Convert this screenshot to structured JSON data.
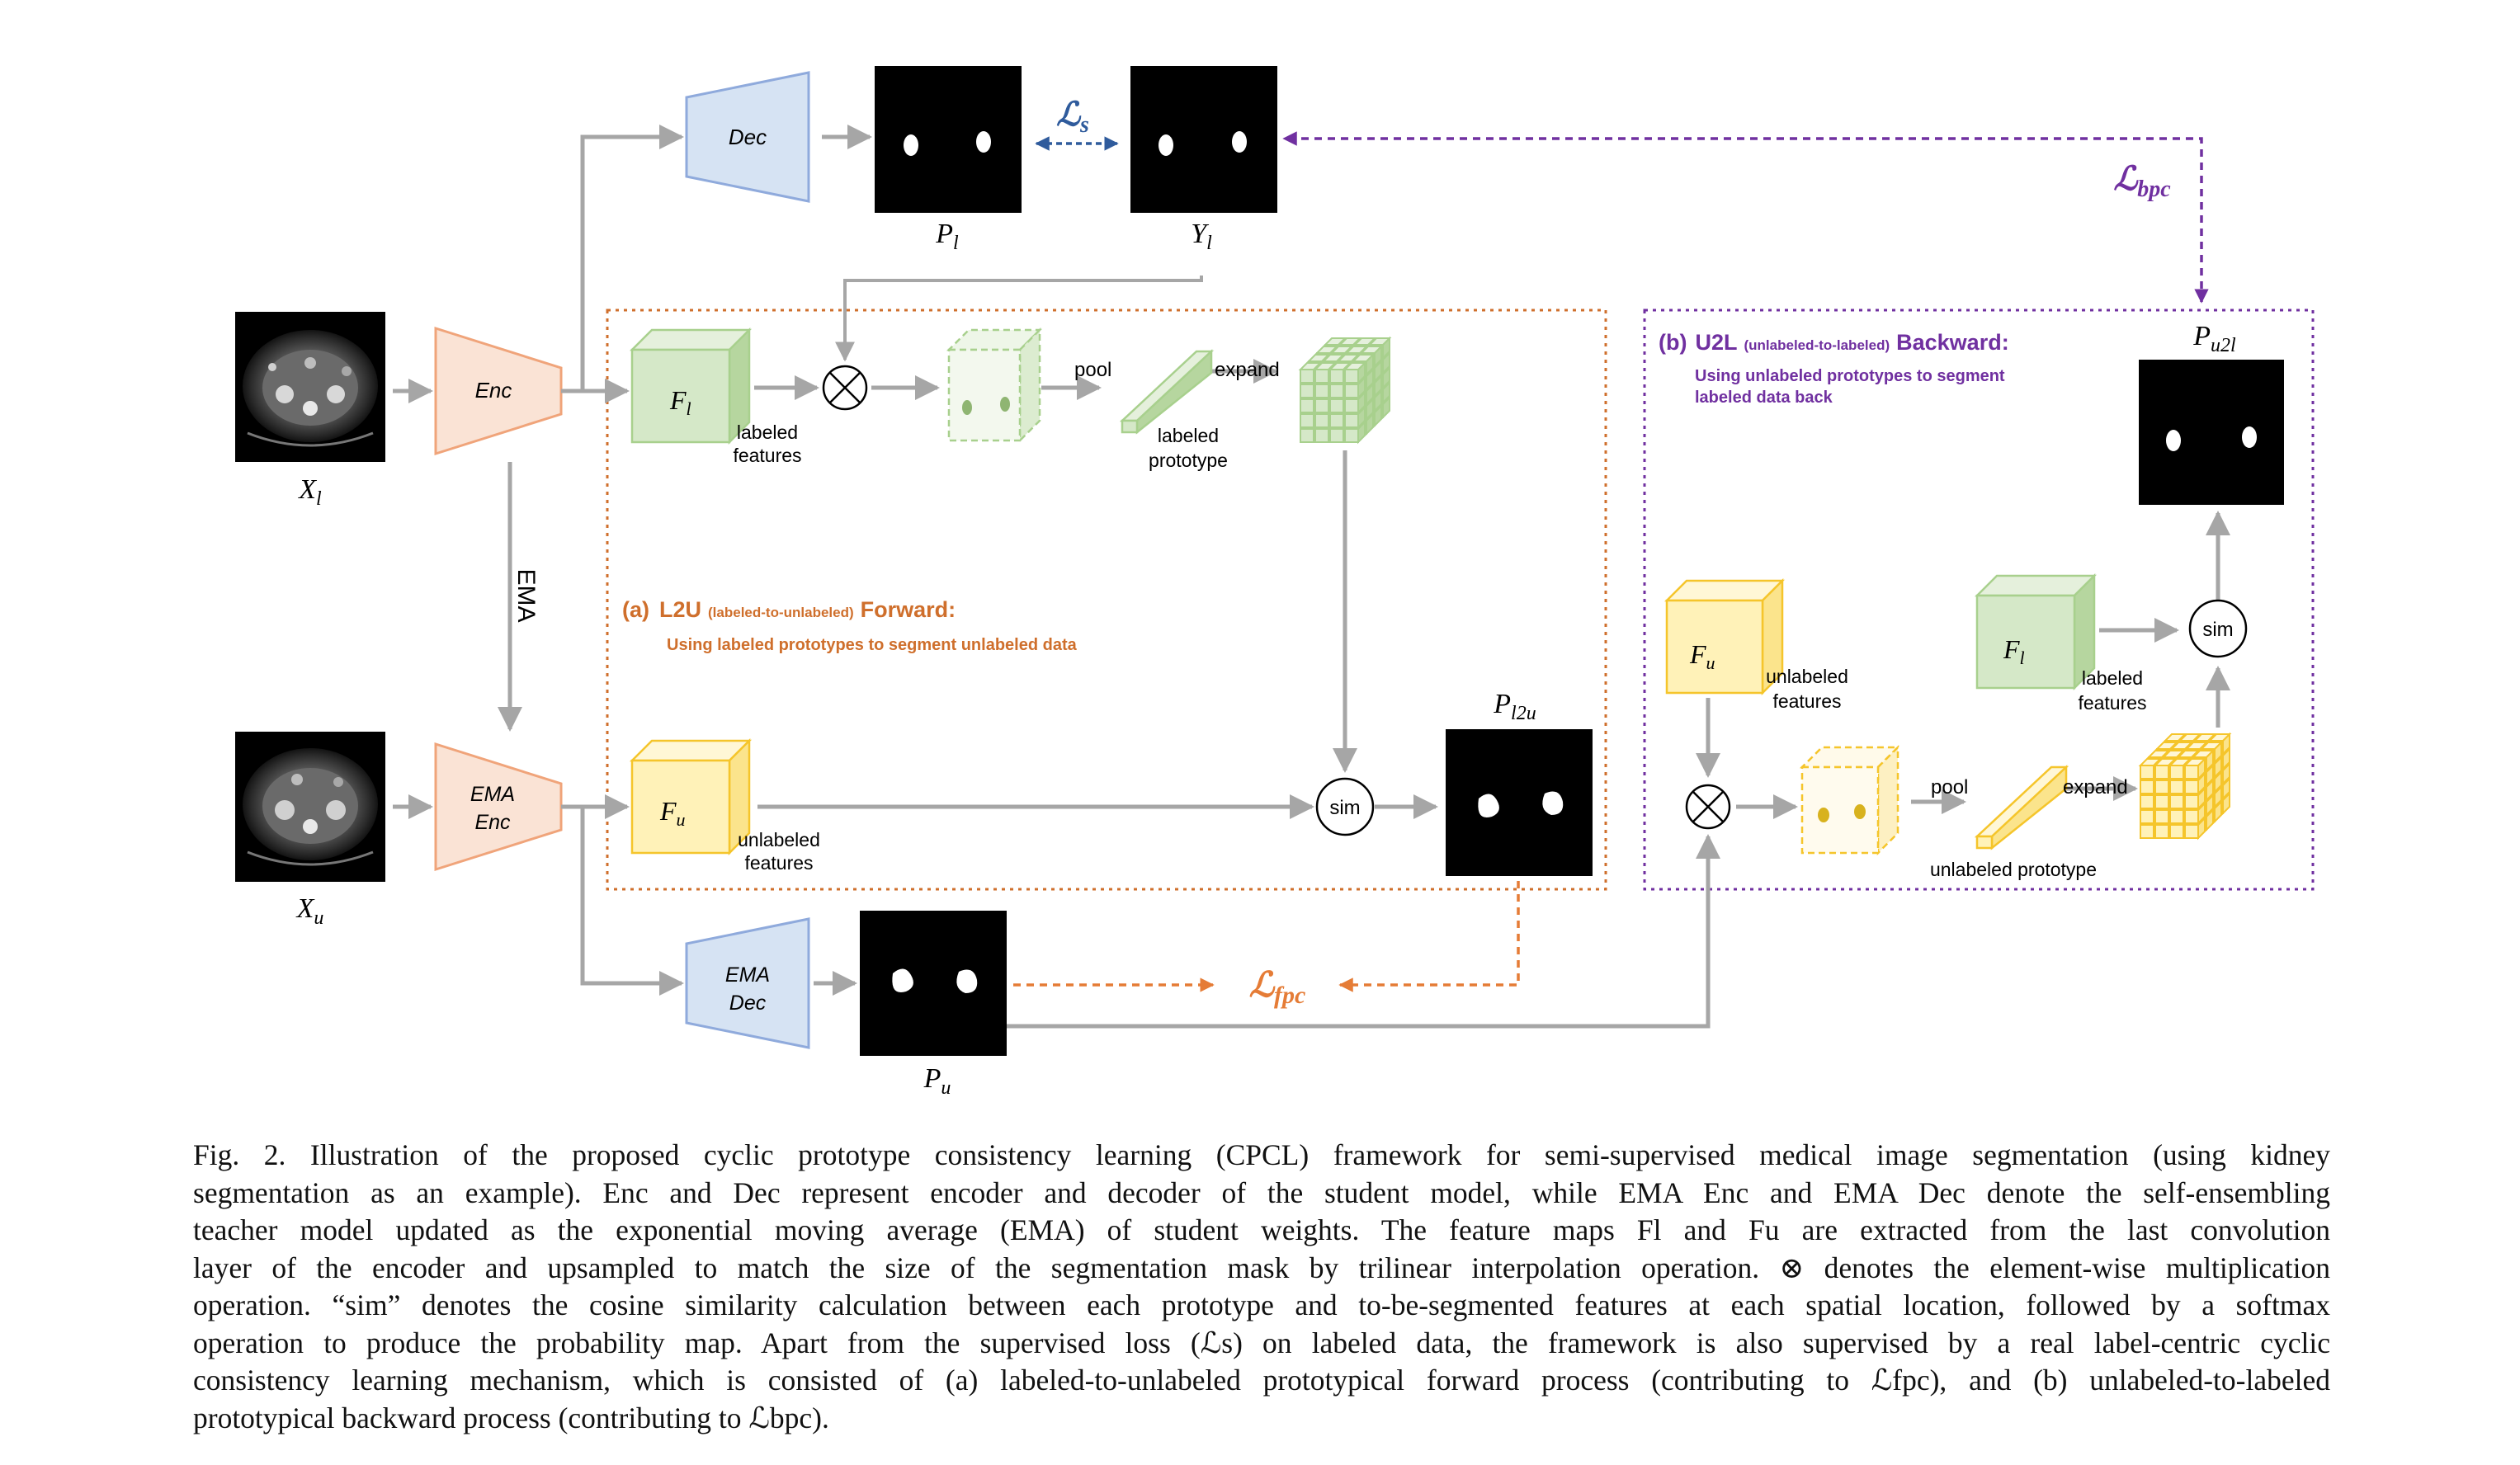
{
  "diagram": {
    "encoder_label": "Enc",
    "decoder_label": "Dec",
    "ema_encoder_label": [
      "EMA",
      "Enc"
    ],
    "ema_decoder_label": [
      "EMA",
      "Dec"
    ],
    "ema_arrow_label": "EMA",
    "labeled_input": "X",
    "labeled_input_sub": "l",
    "unlabeled_input": "X",
    "unlabeled_input_sub": "u",
    "pred_labeled": "P",
    "pred_labeled_sub": "l",
    "ground_truth": "Y",
    "ground_truth_sub": "l",
    "pred_unlabeled": "P",
    "pred_unlabeled_sub": "u",
    "pred_l2u": "P",
    "pred_l2u_sub": "l2u",
    "pred_u2l": "P",
    "pred_u2l_sub": "u2l",
    "loss_s": "ℒ",
    "loss_s_sub": "s",
    "loss_fpc": "ℒ",
    "loss_fpc_sub": "fpc",
    "loss_bpc": "ℒ",
    "loss_bpc_sub": "bpc",
    "forward_panel": {
      "tag": "(a)",
      "title": "L2U",
      "title_small": "(labeled-to-unlabeled)",
      "title_end": "Forward:",
      "desc": "Using labeled prototypes to segment unlabeled data",
      "labeled_features": [
        "labeled",
        "features"
      ],
      "unlabeled_features": [
        "unlabeled",
        "features"
      ],
      "labeled_prototype": [
        "labeled",
        "prototype"
      ],
      "pool": "pool",
      "expand": "expand",
      "sim": "sim",
      "feature_l": "F",
      "feature_l_sub": "l",
      "feature_u": "F",
      "feature_u_sub": "u"
    },
    "backward_panel": {
      "tag": "(b)",
      "title": "U2L",
      "title_small": "(unlabeled-to-labeled)",
      "title_end": "Backward:",
      "desc_line1": "Using unlabeled prototypes to segment",
      "desc_line2": "labeled data back",
      "unlabeled_features": [
        "unlabeled",
        "features"
      ],
      "labeled_features": [
        "labeled",
        "features"
      ],
      "unlabeled_prototype": "unlabeled prototype",
      "pool": "pool",
      "expand": "expand",
      "sim": "sim",
      "feature_u": "F",
      "feature_u_sub": "u",
      "feature_l": "F",
      "feature_l_sub": "l"
    },
    "colors": {
      "encoder_fill": "#fae3d5",
      "encoder_stroke": "#f0a47a",
      "decoder_fill": "#d6e3f3",
      "decoder_stroke": "#8faadc",
      "labeled_fill": "#d5e8c8",
      "labeled_stroke": "#a8d08d",
      "unlabeled_fill": "#fff2b8",
      "unlabeled_stroke": "#f5c52b",
      "arrow_gray": "#a6a6a6",
      "forward_orange": "#cf6f2c",
      "loss_orange": "#e57c36",
      "backward_purple": "#7030a0",
      "loss_blue": "#2f5b9c"
    }
  },
  "caption": {
    "lines": [
      "Fig. 2.  Illustration of the proposed cyclic prototype consistency learning (CPCL) framework for semi-supervised medical image segmentation (using kidney",
      "segmentation as an example). Enc and Dec represent encoder and decoder of the student model, while EMA Enc and EMA Dec denote the self-ensembling",
      "teacher model updated as the exponential moving average (EMA) of student weights. The feature maps Fl and Fu are extracted from the last convolution",
      "layer of the encoder and upsampled to match the size of the segmentation mask by trilinear interpolation operation. ⊗ denotes the element-wise multiplication",
      "operation. “sim” denotes the cosine similarity calculation between each prototype and to-be-segmented features at each spatial location, followed by a softmax",
      "operation to produce the probability map. Apart from the supervised loss (ℒs) on labeled data, the framework is also supervised by a real label-centric cyclic",
      "consistency learning mechanism, which is consisted of (a) labeled-to-unlabeled prototypical forward process (contributing to ℒfpc), and (b) unlabeled-to-labeled",
      "prototypical backward process (contributing to ℒbpc)."
    ]
  }
}
